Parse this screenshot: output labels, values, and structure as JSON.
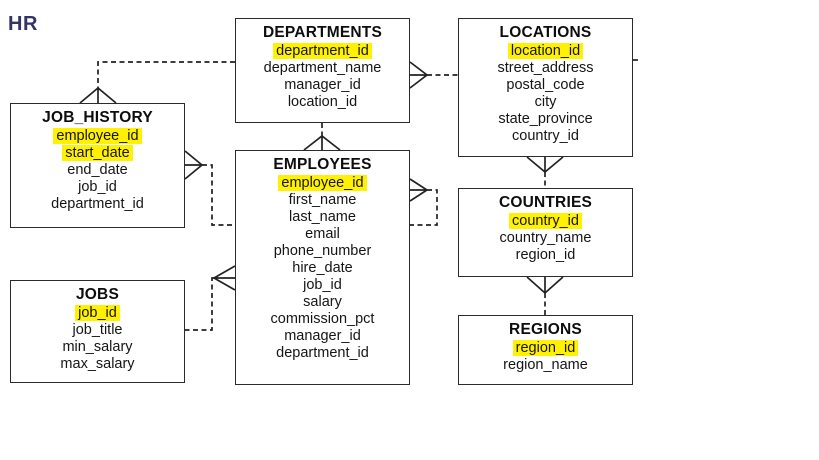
{
  "schema_label": "HR",
  "colors": {
    "highlight": "#FFF100",
    "schema_label_text": "#333366",
    "line": "#222222",
    "table_border": "#2b2b2b",
    "background": "#FFFFFF"
  },
  "diagram": {
    "type": "entity-relationship",
    "notation": "crow-foot forks on dashed relationship lines",
    "highlight_meaning": "primary-key columns highlighted in yellow"
  },
  "tables": [
    {
      "id": "job_history",
      "name": "JOB_HISTORY",
      "columns": [
        {
          "name": "employee_id",
          "highlight": true
        },
        {
          "name": "start_date",
          "highlight": true
        },
        {
          "name": "end_date",
          "highlight": false
        },
        {
          "name": "job_id",
          "highlight": false
        },
        {
          "name": "department_id",
          "highlight": false
        }
      ]
    },
    {
      "id": "departments",
      "name": "DEPARTMENTS",
      "columns": [
        {
          "name": "department_id",
          "highlight": true
        },
        {
          "name": "department_name",
          "highlight": false
        },
        {
          "name": "manager_id",
          "highlight": false
        },
        {
          "name": "location_id",
          "highlight": false
        }
      ]
    },
    {
      "id": "locations",
      "name": "LOCATIONS",
      "columns": [
        {
          "name": "location_id",
          "highlight": true
        },
        {
          "name": "street_address",
          "highlight": false
        },
        {
          "name": "postal_code",
          "highlight": false
        },
        {
          "name": "city",
          "highlight": false
        },
        {
          "name": "state_province",
          "highlight": false
        },
        {
          "name": "country_id",
          "highlight": false
        }
      ]
    },
    {
      "id": "employees",
      "name": "EMPLOYEES",
      "columns": [
        {
          "name": "employee_id",
          "highlight": true
        },
        {
          "name": "first_name",
          "highlight": false
        },
        {
          "name": "last_name",
          "highlight": false
        },
        {
          "name": "email",
          "highlight": false
        },
        {
          "name": "phone_number",
          "highlight": false
        },
        {
          "name": "hire_date",
          "highlight": false
        },
        {
          "name": "job_id",
          "highlight": false
        },
        {
          "name": "salary",
          "highlight": false
        },
        {
          "name": "commission_pct",
          "highlight": false
        },
        {
          "name": "manager_id",
          "highlight": false
        },
        {
          "name": "department_id",
          "highlight": false
        }
      ]
    },
    {
      "id": "jobs",
      "name": "JOBS",
      "columns": [
        {
          "name": "job_id",
          "highlight": true
        },
        {
          "name": "job_title",
          "highlight": false
        },
        {
          "name": "min_salary",
          "highlight": false
        },
        {
          "name": "max_salary",
          "highlight": false
        }
      ]
    },
    {
      "id": "countries",
      "name": "COUNTRIES",
      "columns": [
        {
          "name": "country_id",
          "highlight": true
        },
        {
          "name": "country_name",
          "highlight": false
        },
        {
          "name": "region_id",
          "highlight": false
        }
      ]
    },
    {
      "id": "regions",
      "name": "REGIONS",
      "columns": [
        {
          "name": "region_id",
          "highlight": true
        },
        {
          "name": "region_name",
          "highlight": false
        }
      ]
    }
  ],
  "relationships": [
    {
      "between": [
        "DEPARTMENTS",
        "JOB_HISTORY"
      ],
      "crow_foot_at": "JOB_HISTORY",
      "style": "dashed"
    },
    {
      "between": [
        "EMPLOYEES",
        "JOB_HISTORY"
      ],
      "crow_foot_at": "JOB_HISTORY",
      "style": "dashed"
    },
    {
      "between": [
        "JOBS",
        "EMPLOYEES"
      ],
      "crow_foot_at": "EMPLOYEES",
      "style": "dashed"
    },
    {
      "between": [
        "DEPARTMENTS",
        "EMPLOYEES"
      ],
      "crow_foot_at": "EMPLOYEES",
      "style": "dashed"
    },
    {
      "between": [
        "LOCATIONS",
        "DEPARTMENTS"
      ],
      "crow_foot_at": "DEPARTMENTS",
      "style": "dashed"
    },
    {
      "between": [
        "EMPLOYEES",
        "EMPLOYEES"
      ],
      "crow_foot_at": "EMPLOYEES (employee_id side, manager self-reference)",
      "style": "dashed"
    },
    {
      "between": [
        "COUNTRIES",
        "LOCATIONS"
      ],
      "crow_foot_at": "LOCATIONS",
      "style": "dashed"
    },
    {
      "between": [
        "REGIONS",
        "COUNTRIES"
      ],
      "crow_foot_at": "COUNTRIES",
      "style": "dashed"
    }
  ]
}
